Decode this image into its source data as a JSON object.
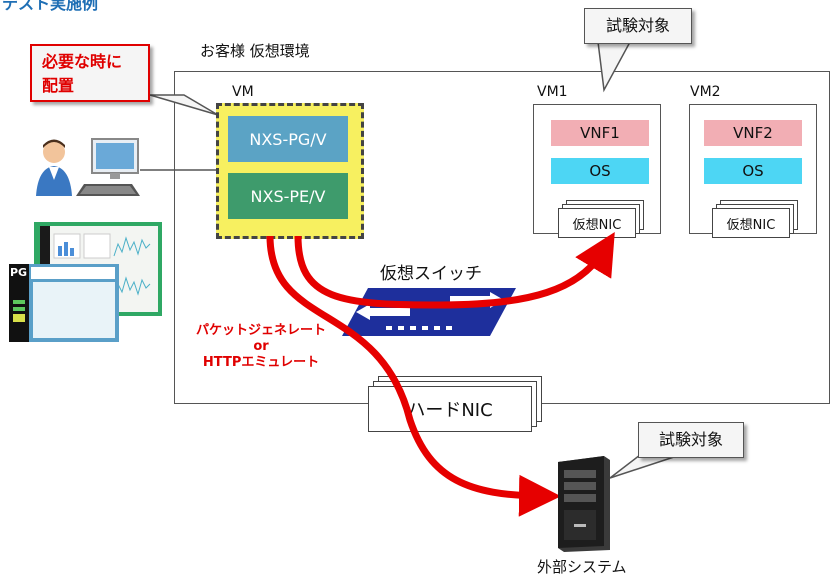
{
  "page_title": "テスト実施例",
  "environment_label": "お客様 仮想環境",
  "callout_deploy": {
    "line1": "必要な時に",
    "line2": "配置"
  },
  "callout_target_vm": "試験対象",
  "callout_target_ext": "試験対象",
  "vm": {
    "label": "VM",
    "pg": "NXS-PG/V",
    "pe": "NXS-PE/V"
  },
  "vm1": {
    "label": "VM1",
    "vnf": "VNF1",
    "os": "OS",
    "nic": "仮想NIC"
  },
  "vm2": {
    "label": "VM2",
    "vnf": "VNF2",
    "os": "OS",
    "nic": "仮想NIC"
  },
  "virtual_switch_label": "仮想スイッチ",
  "traffic_label": {
    "line1": "パケットジェネレート",
    "line2": "or",
    "line3": "HTTPエミュレート"
  },
  "hardware_nic_label": "ハードNIC",
  "external_system_label": "外部システム",
  "screenshot_label": "PG",
  "colors": {
    "arrow": "#e60000",
    "pg_block": "#5ba3c5",
    "pe_block": "#3e9b6c",
    "vm_fill": "#f7f060",
    "vnf": "#f2aeb4",
    "os": "#4dd6f4",
    "switch": "#1e2f9c"
  }
}
